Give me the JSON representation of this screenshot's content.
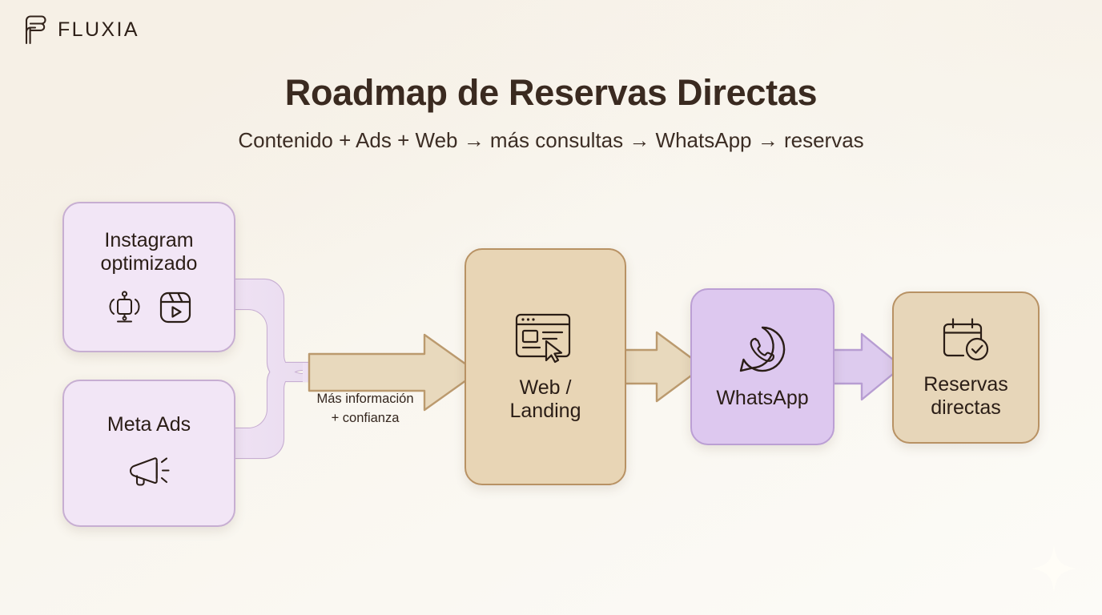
{
  "brand": {
    "name": "FLUXIA",
    "mark_icon": "fluxia-f-monogram-icon"
  },
  "header": {
    "title": "Roadmap de Reservas Directas",
    "subtitle": "Contenido + Ads + Web → más consultas → WhatsApp → reservas"
  },
  "diagram": {
    "nodes": [
      {
        "id": "instagram",
        "label": "Instagram\noptimizado",
        "label_line1": "Instagram",
        "label_line2": "optimizado",
        "icons": [
          "instagram-carousel-icon",
          "instagram-reels-icon"
        ],
        "fill": "#f2e6f6",
        "border": "#c7aed2"
      },
      {
        "id": "meta-ads",
        "label": "Meta Ads",
        "label_line1": "Meta Ads",
        "label_line2": "",
        "icons": [
          "megaphone-icon"
        ],
        "fill": "#f2e6f6",
        "border": "#c7aed2"
      },
      {
        "id": "web-landing",
        "label": "Web /\nLanding",
        "label_line1": "Web /",
        "label_line2": "Landing",
        "icons": [
          "browser-window-cursor-icon"
        ],
        "fill": "#e8d5b5",
        "border": "#b89264"
      },
      {
        "id": "whatsapp",
        "label": "WhatsApp",
        "label_line1": "WhatsApp",
        "label_line2": "",
        "icons": [
          "whatsapp-icon"
        ],
        "fill": "#ddc8ef",
        "border": "#bb9fd4"
      },
      {
        "id": "reservas-directas",
        "label": "Reservas\ndirectas",
        "label_line1": "Reservas",
        "label_line2": "directas",
        "icons": [
          "calendar-check-icon"
        ],
        "fill": "#e7d6b9",
        "border": "#b89264"
      }
    ],
    "connectors": [
      {
        "id": "instagram-to-merge",
        "from": "instagram",
        "to": "merge",
        "style": "pipe",
        "color": "#ecdcf2"
      },
      {
        "id": "metaads-to-merge",
        "from": "meta-ads",
        "to": "merge",
        "style": "pipe",
        "color": "#ecdcf2"
      },
      {
        "id": "merge-to-web",
        "from": "merge",
        "to": "web-landing",
        "style": "arrow",
        "color": "#e3cfad",
        "caption_line1": "Más información",
        "caption_line2": "+ confianza"
      },
      {
        "id": "web-to-whatsapp",
        "from": "web-landing",
        "to": "whatsapp",
        "style": "arrow",
        "color": "#e3cfad"
      },
      {
        "id": "whatsapp-to-reservas",
        "from": "whatsapp",
        "to": "reservas-directas",
        "style": "arrow",
        "color": "#d8c4ea"
      }
    ],
    "caption": {
      "line1": "Más información",
      "line2": "+ confianza"
    }
  },
  "decor": {
    "sparkle_icon": "sparkle-star-icon"
  },
  "colors": {
    "background": "#f7f3ec",
    "text": "#2e2420",
    "purple_soft": "#f2e6f6",
    "purple_strong": "#ddc8ef",
    "purple_border": "#c7aed2",
    "tan": "#e8d5b5",
    "tan_border": "#b89264",
    "arrow_tan": "#e3cfad",
    "arrow_purple": "#d8c4ea"
  }
}
